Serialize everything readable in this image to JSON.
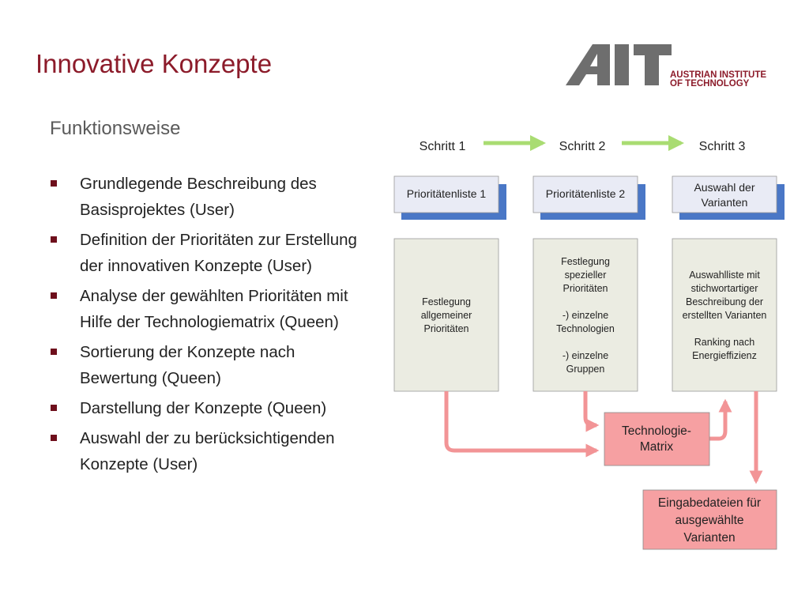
{
  "title": "Innovative Konzepte",
  "subtitle": "Funktionsweise",
  "logo": {
    "wordmark": "AIT",
    "line1": "AUSTRIAN INSTITUTE",
    "line2": "OF TECHNOLOGY"
  },
  "bullets": [
    {
      "line1": "Grundlegende Beschreibung des",
      "line2": "Basisprojektes (User)"
    },
    {
      "line1": "Definition der Prioritäten zur Erstellung",
      "line2": "der innovativen Konzepte (User)"
    },
    {
      "line1": "Analyse der gewählten Prioritäten mit",
      "line2": "Hilfe der Technologiematrix (Queen)"
    },
    {
      "line1": "Sortierung der Konzepte nach",
      "line2": "Bewertung (Queen)"
    },
    {
      "line1": "Darstellung der Konzepte (Queen)",
      "line2": ""
    },
    {
      "line1": "Auswahl der zu berücksichtigenden",
      "line2": "Konzepte (User)"
    }
  ],
  "steps": [
    "Schritt 1",
    "Schritt 2",
    "Schritt 3"
  ],
  "lists": [
    {
      "lines": [
        "Prioritätenliste 1"
      ]
    },
    {
      "lines": [
        "Prioritätenliste 2"
      ]
    },
    {
      "lines": [
        "Auswahl der",
        "Varianten"
      ]
    }
  ],
  "details": [
    {
      "lines": [
        "Festlegung",
        "allgemeiner",
        "Prioritäten"
      ]
    },
    {
      "lines": [
        "Festlegung",
        "spezieller",
        "Prioritäten",
        "",
        "-) einzelne",
        "Technologien",
        "",
        "-) einzelne",
        "Gruppen"
      ]
    },
    {
      "lines": [
        "Auswahlliste mit",
        "stichwortartiger",
        "Beschreibung der",
        "erstellten Varianten",
        "",
        "Ranking nach",
        "Energieffizienz"
      ]
    }
  ],
  "matrix": {
    "lines": [
      "Technologie-",
      "Matrix"
    ]
  },
  "inputs": {
    "lines": [
      "Eingabedateien für",
      "ausgewählte",
      "Varianten"
    ]
  },
  "colors": {
    "title": "#8c1b2a",
    "bullet": "#6e0f1c",
    "logo_gray": "#6e6e6e",
    "logo_red": "#8c1b2a",
    "step_arrow": "#a9dc72",
    "list_shadow": "#4a77c6",
    "list_box": "#e9ebf5",
    "detail_box": "#ebece2",
    "pink_box": "#f6a0a2",
    "pink_arrow": "#f29496"
  }
}
